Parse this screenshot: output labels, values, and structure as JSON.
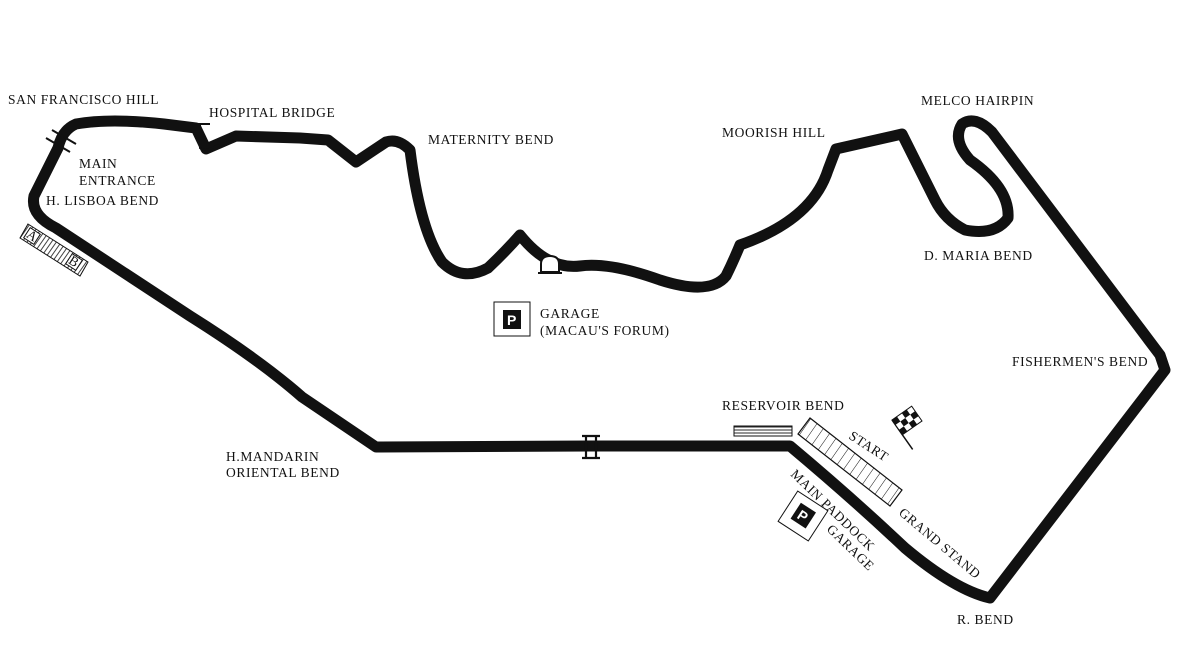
{
  "colors": {
    "track": "#111111",
    "background": "#ffffff"
  },
  "corners": {
    "san_francisco_hill": "SAN FRANCISCO HILL",
    "hospital_bridge": "HOSPITAL BRIDGE",
    "maternity_bend": "MATERNITY BEND",
    "moorish_hill": "MOORISH HILL",
    "melco_hairpin": "MELCO HAIRPIN",
    "main_entrance_line1": "MAIN",
    "main_entrance_line2": "ENTRANCE",
    "lisboa_bend": "H. LISBOA BEND",
    "d_maria_bend": "D. MARIA BEND",
    "fishermens_bend": "FISHERMEN'S BEND",
    "reservoir_bend": "RESERVOIR BEND",
    "mandarin_line1": "H.MANDARIN",
    "mandarin_line2": "ORIENTAL BEND",
    "r_bend": "R. BEND"
  },
  "facilities": {
    "garage_line1": "GARAGE",
    "garage_line2": "(MACAU'S FORUM)",
    "start": "START",
    "grand_stand": "GRAND STAND",
    "main_paddock": "MAIN PADDOCK",
    "paddock_garage": "GARAGE",
    "parking_symbol": "P",
    "stand_a": "A",
    "stand_b": "B"
  },
  "icons": {
    "parking": "parking-icon",
    "finish_flag": "checkered-flag-icon",
    "bridge": "bridge-icon",
    "tunnel": "tunnel-icon"
  }
}
